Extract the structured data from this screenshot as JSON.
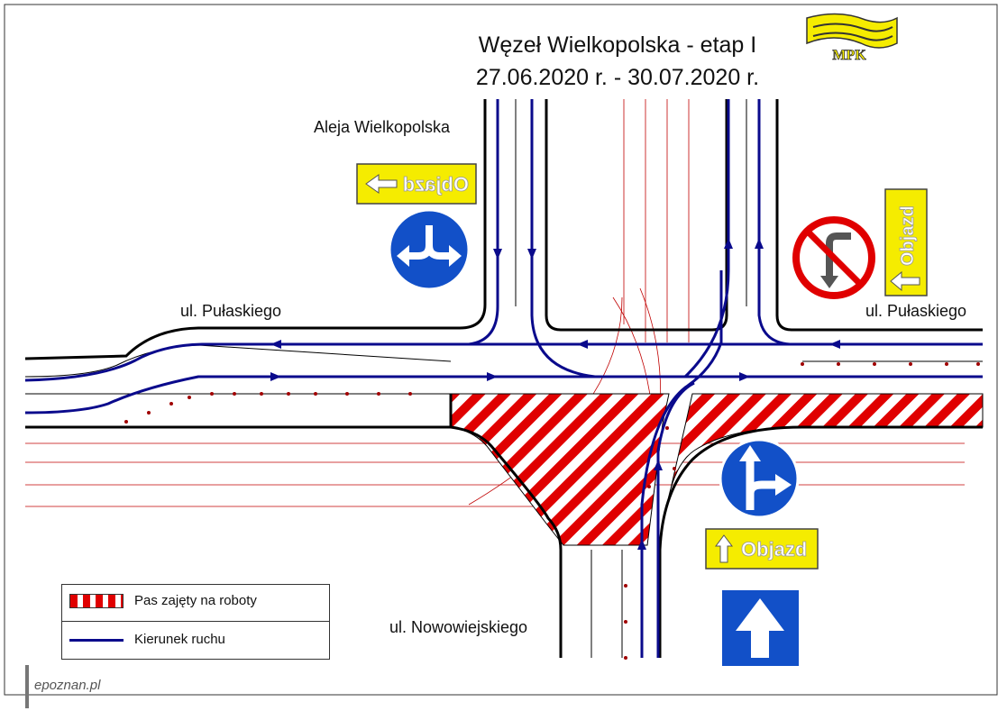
{
  "title": {
    "line1": "Węzeł Wielkopolska - etap I",
    "line2": "27.06.2020 r. - 30.07.2020 r."
  },
  "logo": {
    "text": "MPK",
    "color": "#f5ec00"
  },
  "streets": {
    "north": "Aleja Wielkopolska",
    "west": "ul. Pułaskiego",
    "east": "ul. Pułaskiego",
    "south": "ul. Nowowiejskiego"
  },
  "signs": {
    "detour_label": "Objazd",
    "detour_icon": "detour-sign-icon",
    "mandatory_left_right_icon": "turn-left-or-right-sign-icon",
    "no_left_turn_icon": "no-left-turn-sign-icon",
    "straight_or_right_icon": "straight-or-right-sign-icon",
    "one_way_icon": "one-way-sign-icon"
  },
  "legend": {
    "works_label": "Pas zajęty na roboty",
    "direction_label": "Kierunek ruchu"
  },
  "colors": {
    "road_edge": "#000000",
    "lane_line": "#000000",
    "traffic": "#0a0a8c",
    "works": "#e00000",
    "sign_blue": "#1250c8",
    "sign_yellow": "#f5ec00"
  },
  "watermark": "epoznan.pl"
}
